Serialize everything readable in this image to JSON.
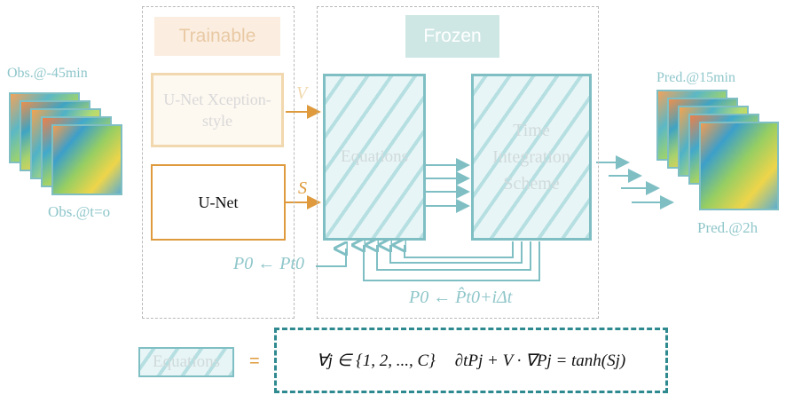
{
  "panels": {
    "trainable_label": "Trainable",
    "frozen_label": "Frozen"
  },
  "models": {
    "xception_label": "U-Net Xception-style",
    "unet_label": "U-Net",
    "v_symbol": "V",
    "s_symbol": "S"
  },
  "frozen_blocks": {
    "equations_label": "Equations",
    "time_integration_label": "Time Integration Scheme"
  },
  "observations": {
    "top_label": "Obs.@-45min",
    "bottom_label": "Obs.@t=o"
  },
  "predictions": {
    "top_label": "Pred.@15min",
    "bottom_label": "Pred.@2h"
  },
  "feedback": {
    "initial_state": "P0 ← Pt0",
    "loop_state": "P0 ← P̂t0+iΔt"
  },
  "legend": {
    "equations_label": "Equations",
    "equals_sign": "=",
    "formula_quantifier": "∀j ∈ {1, 2, ..., C}",
    "formula_equation": "∂tPj + V · ∇Pj = tanh(Sj)"
  },
  "colors": {
    "accent_orange": "#de9a3d",
    "faded_orange": "#f1d8ae",
    "teal": "#7fbfc4",
    "teal_dark": "#2f8a90",
    "grey_dash": "#b9b9b9"
  }
}
